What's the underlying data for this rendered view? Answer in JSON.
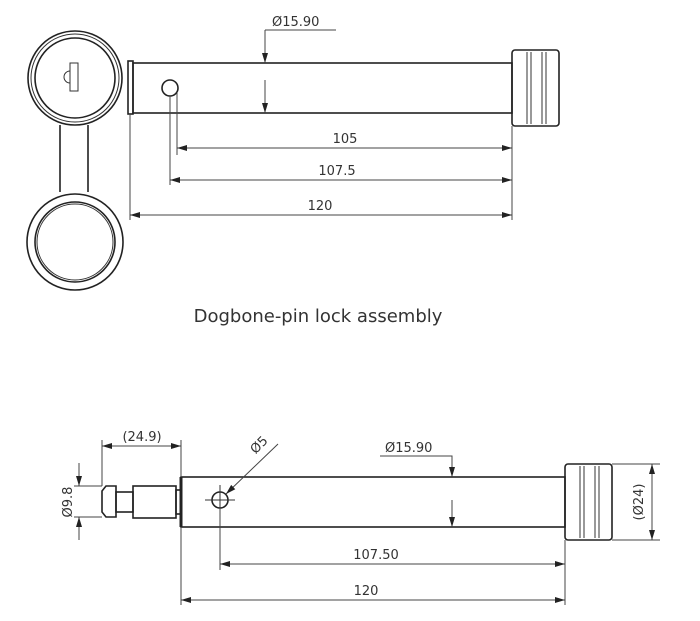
{
  "top_view": {
    "diameter_label": "Ø15.90",
    "dim_105": "105",
    "dim_107_5": "107.5",
    "dim_120": "120",
    "caption": "Dogbone-pin lock assembly"
  },
  "bottom_view": {
    "dim_24_9": "(24.9)",
    "dia_9_8": "Ø9.8",
    "dia_5": "Ø5",
    "diameter_label": "Ø15.90",
    "dim_107_50": "107.50",
    "dim_120": "120",
    "dia_24": "(Ø24)"
  }
}
